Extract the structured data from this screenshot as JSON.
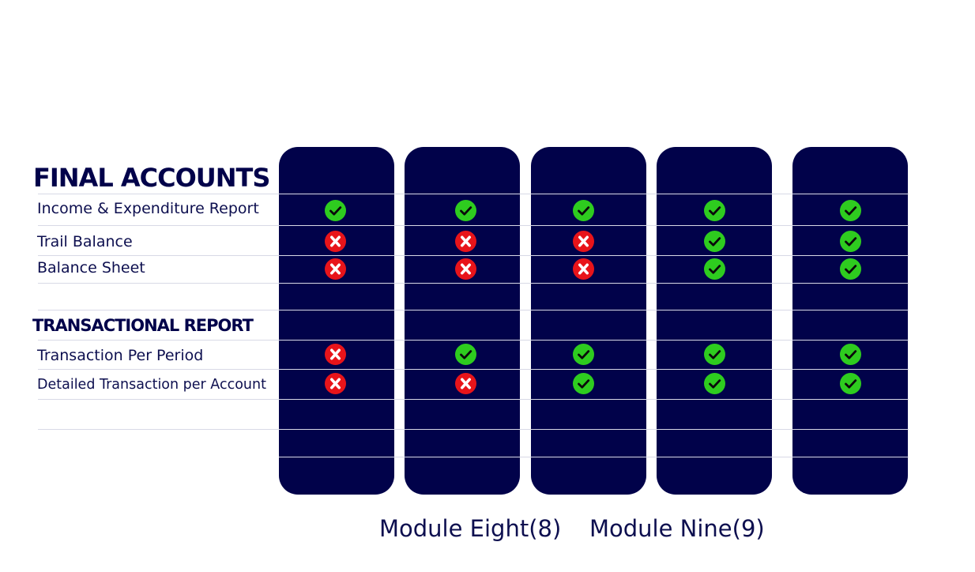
{
  "sections": {
    "final_accounts_title": "FINAL ACCOUNTS",
    "transactional_report_title": "TRANSACTIONAL REPORT"
  },
  "rows": [
    {
      "label": "Income & Expenditure Report",
      "status": [
        "check",
        "check",
        "check",
        "check",
        "check"
      ]
    },
    {
      "label": "Trail Balance",
      "status": [
        "cross",
        "cross",
        "cross",
        "check",
        "check"
      ]
    },
    {
      "label": "Balance Sheet",
      "status": [
        "cross",
        "cross",
        "cross",
        "check",
        "check"
      ]
    },
    {
      "label": "Transaction Per Period",
      "status": [
        "cross",
        "check",
        "check",
        "check",
        "check"
      ]
    },
    {
      "label": "Detailed Transaction per Account",
      "status": [
        "cross",
        "cross",
        "check",
        "check",
        "check"
      ]
    }
  ],
  "modules": {
    "eight": "Module Eight(8)",
    "nine": "Module Nine(9)"
  },
  "icons": {
    "check": "check-circle-icon",
    "cross": "cross-circle-icon"
  },
  "colors": {
    "column_bg": "#01024a",
    "check_green": "#2ecc1f",
    "cross_red": "#e8141a",
    "text_dark": "#0d0f4f"
  }
}
